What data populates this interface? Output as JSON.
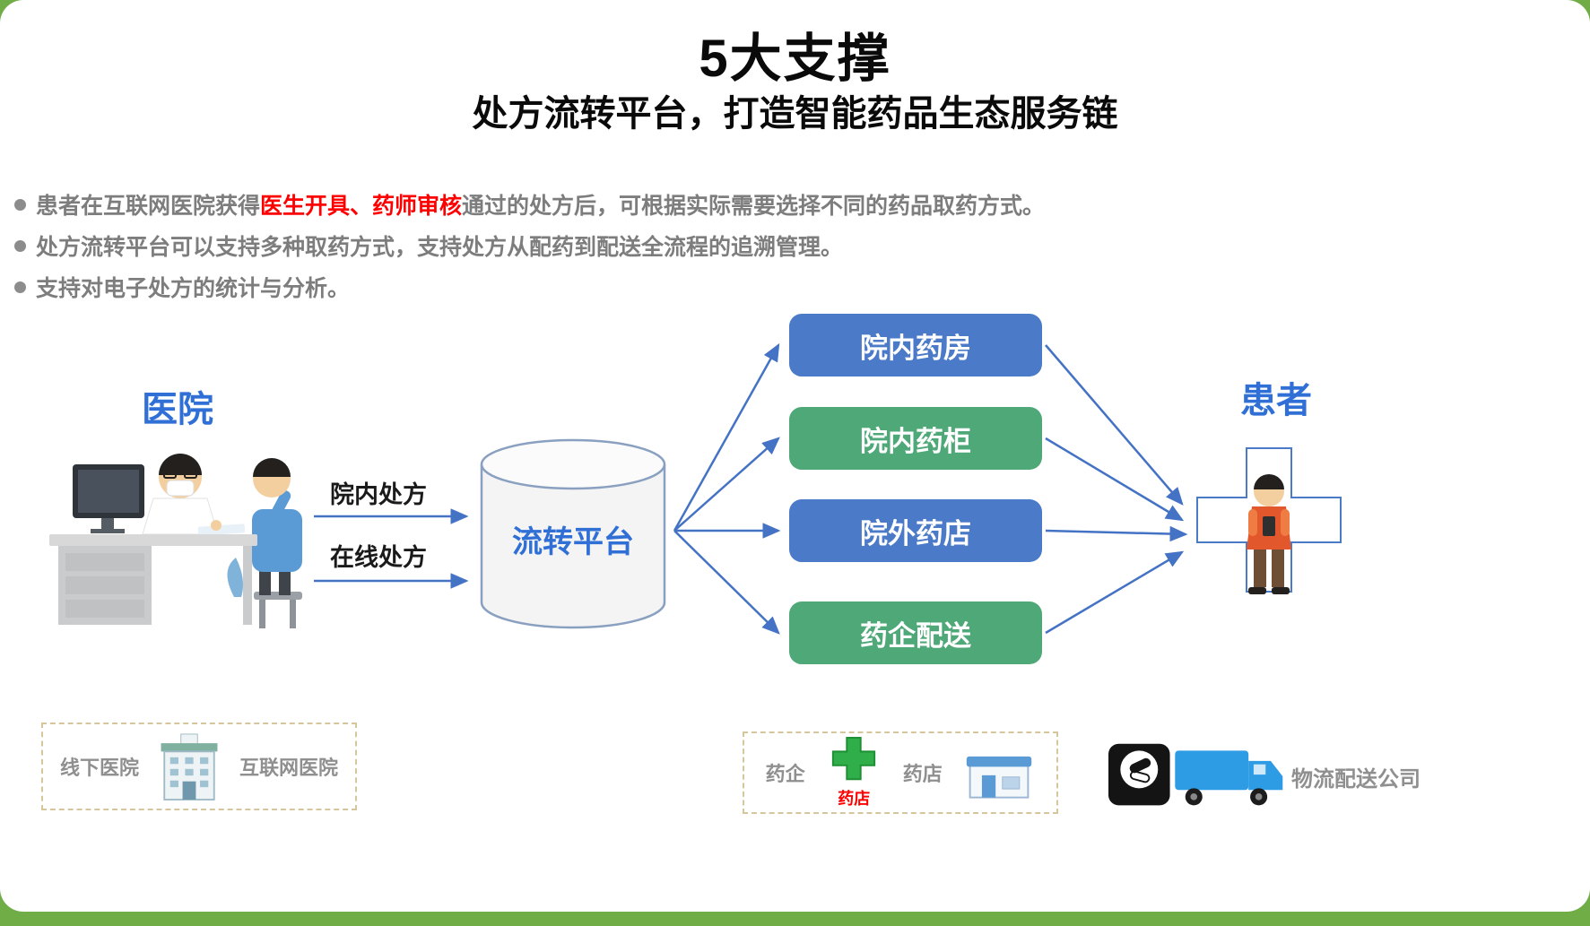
{
  "header": {
    "title": "5大支撑",
    "subtitle": "处方流转平台，打造智能药品生态服务链"
  },
  "bullets": {
    "b1_pre": "患者在互联网医院获得",
    "b1_highlight": "医生开具、药师审核",
    "b1_post": "通过的处方后，可根据实际需要选择不同的药品取药方式。",
    "b2": "处方流转平台可以支持多种取药方式，支持处方从配药到配送全流程的追溯管理。",
    "b3": "支持对电子处方的统计与分析。"
  },
  "diagram": {
    "hospital_label": "医院",
    "platform_label": "流转平台",
    "patient_label": "患者",
    "prescription_labels": {
      "inside": "院内处方",
      "online": "在线处方"
    },
    "channels": [
      {
        "label": "院内药房",
        "color": "#4a7ac8"
      },
      {
        "label": "院内药柜",
        "color": "#4fa878"
      },
      {
        "label": "院外药店",
        "color": "#4a7ac8"
      },
      {
        "label": "药企配送",
        "color": "#4fa878"
      }
    ]
  },
  "legend": {
    "offline_hospital": "线下医院",
    "internet_hospital": "互联网医院",
    "pharma_company": "药企",
    "pharmacy": "药店",
    "pharmacy_icon_text": "药店",
    "logistics": "物流配送公司"
  },
  "icons": {
    "hospital_building": "hospital-building-icon",
    "pharmacy_cross": "pharmacy-cross-icon",
    "store": "store-icon",
    "delivery_truck": "delivery-truck-icon",
    "database_cylinder": "platform-database-icon"
  },
  "colors": {
    "frame_green": "#70ad47",
    "accent_blue": "#2f6fd6",
    "arrow_blue": "#4472c4",
    "box_blue": "#4a7ac8",
    "box_green": "#4fa878",
    "bullet_gray": "#7d7d7d",
    "highlight_red": "#ff0000"
  }
}
